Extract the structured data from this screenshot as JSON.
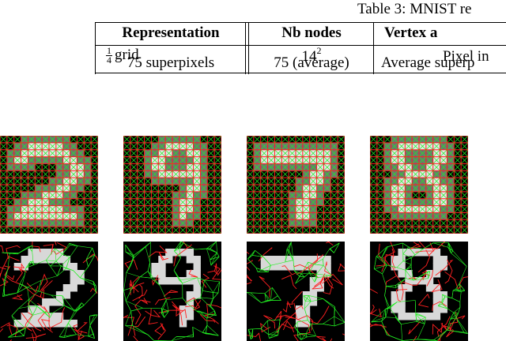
{
  "caption": "Table 3: MNIST re",
  "table": {
    "headers": [
      "Representation",
      "Nb nodes",
      "Vertex a"
    ],
    "rows": [
      {
        "frac_num": "1",
        "frac_den": "4",
        "representation": "grid",
        "nodes_base": "14",
        "nodes_exp": "2",
        "vertex": "Pixel in"
      },
      {
        "representation": "75 superpixels",
        "nodes": "75 (average)",
        "vertex": "Average superp"
      }
    ]
  },
  "figure": {
    "grid_panels": [
      {
        "digit": "2",
        "position": "top-1"
      },
      {
        "digit": "9",
        "position": "top-2"
      },
      {
        "digit": "7",
        "position": "top-3"
      },
      {
        "digit": "8",
        "position": "top-4"
      }
    ],
    "superpixel_panels": [
      {
        "digit": "2",
        "position": "bottom-1"
      },
      {
        "digit": "9",
        "position": "bottom-2"
      },
      {
        "digit": "7",
        "position": "bottom-3"
      },
      {
        "digit": "8",
        "position": "bottom-4"
      }
    ],
    "colors": {
      "background": "#000000",
      "grid_lines": "#ff2020",
      "graph_edges": "#22ee22",
      "digit_fill": "#d8d8d8"
    }
  }
}
